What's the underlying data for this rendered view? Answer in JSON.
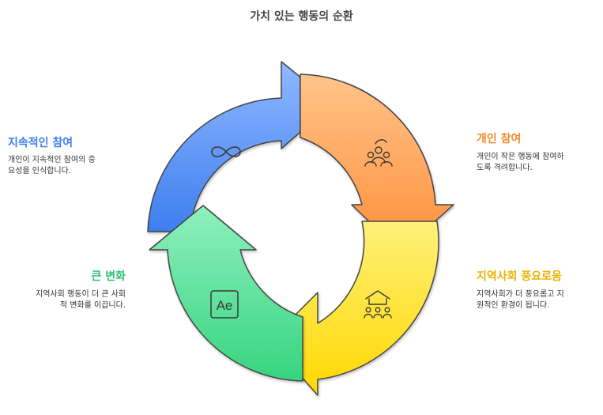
{
  "title": "가치 있는 행동의 순환",
  "stages": [
    {
      "id": "individual",
      "label": "개인 참여",
      "description_lines": [
        "개인이 작은 행동에 참여하",
        "도록 격려합니다."
      ],
      "color": "#F58A2A",
      "icon": "people-group-icon"
    },
    {
      "id": "community",
      "label": "지역사회 풍요로움",
      "description_lines": [
        "지역사회가 더 풍요롭고 지",
        "원적인 환경이 됩니다."
      ],
      "color": "#E8B400",
      "icon": "community-house-icon"
    },
    {
      "id": "change",
      "label": "큰 변화",
      "description_lines": [
        "지역사회 행동이 더 큰 사회",
        "적 변화를 이끕니다."
      ],
      "color": "#2EBF72",
      "icon": "ae-box-icon"
    },
    {
      "id": "continuous",
      "label": "지속적인 참여",
      "description_lines": [
        "개인이 지속적인 참여의 중",
        "요성을 인식합니다."
      ],
      "color": "#3D7EF0",
      "icon": "infinity-icon"
    }
  ],
  "icon_text": {
    "ae": "Ae"
  }
}
